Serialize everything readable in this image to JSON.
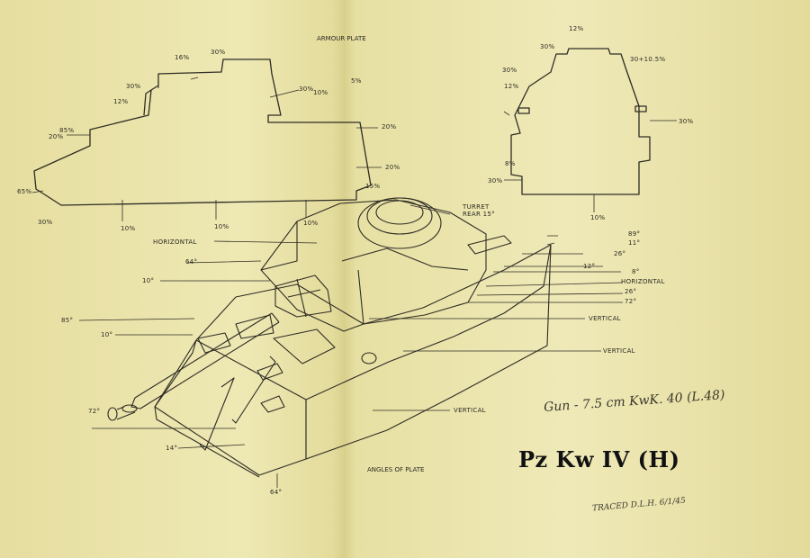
{
  "drawing": {
    "title": "Pz Kw IV  (H)",
    "gun_note": "Gun - 7.5 cm KwK. 40 (L.48)",
    "traced_note": "TRACED D.L.H. 6/1/45",
    "hull_header": "ARMOUR PLATE",
    "angles_caption": "ANGLES OF PLATE"
  },
  "hull_side_labels": [
    "16%",
    "30%",
    "30%",
    "12%",
    "85%",
    "20%",
    "65%",
    "30%",
    "10%",
    "10%",
    "30%",
    "10%",
    "5%",
    "20%",
    "20%",
    "10%",
    "15%"
  ],
  "turret_labels": [
    "12%",
    "30%",
    "30+10.5%",
    "30%",
    "12%",
    "30%",
    "8%",
    "30%",
    "10%"
  ],
  "angle_labels_left": [
    "HORIZONTAL",
    "64°",
    "10°",
    "85°",
    "10°",
    "72°",
    "14°",
    "64°"
  ],
  "angle_labels_right": [
    "TURRET REAR 15°",
    "89°",
    "11°",
    "26°",
    "12°",
    "8°",
    "HORIZONTAL",
    "26°",
    "72°",
    "VERTICAL",
    "VERTICAL",
    "VERTICAL"
  ]
}
